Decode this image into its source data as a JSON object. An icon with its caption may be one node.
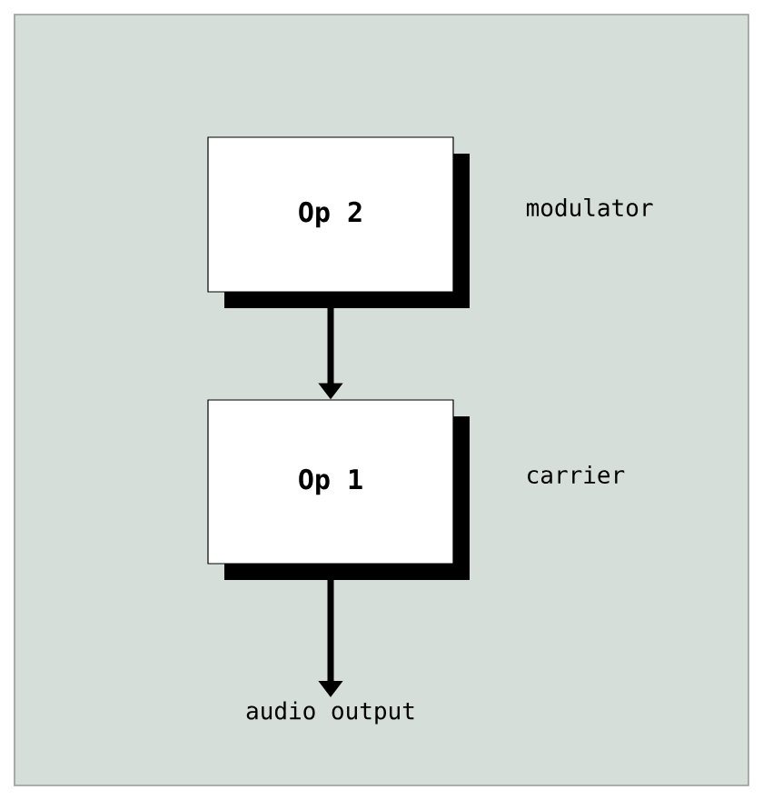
{
  "diagram": {
    "nodes": [
      {
        "text": [
          "Op 2"
        ],
        "beside": [
          "modulator"
        ]
      },
      {
        "text": [
          "Op 1"
        ],
        "beside": [
          "carrier"
        ]
      },
      {
        "text": [
          "audio output"
        ]
      }
    ],
    "edges": [
      {
        "from": 0,
        "to": 1,
        "arrow": "to"
      },
      {
        "from": 1,
        "to": 2,
        "arrow": "to"
      }
    ]
  }
}
